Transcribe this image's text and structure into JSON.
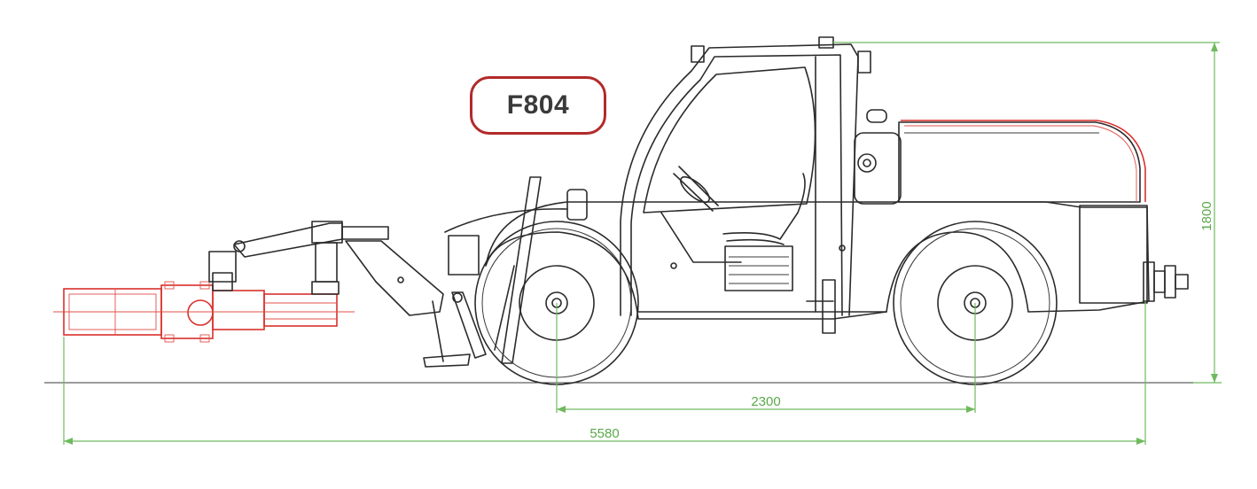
{
  "badge": {
    "model": "F804"
  },
  "dimensions": {
    "wheelbase": "2300",
    "overall_length": "5580",
    "height": "1800"
  },
  "colors": {
    "attachment": "#d9302c",
    "dimension_lines": "#6fba5f",
    "badge_border": "#b22a2a"
  }
}
